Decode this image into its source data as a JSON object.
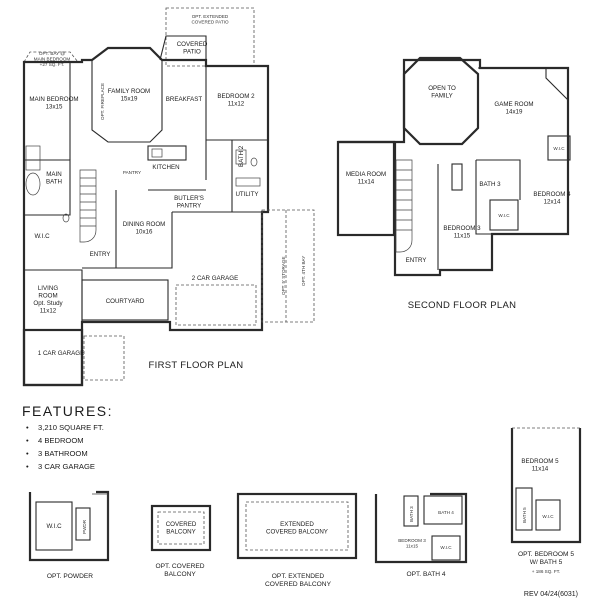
{
  "first_floor": {
    "title": "FIRST FLOOR PLAN",
    "rooms": {
      "covered_patio": "COVERED\nPATIO",
      "opt_extended_covered_patio": "OPT. EXTENDED\nCOVERED PATIO",
      "opt_bay": "OPT. BAY @\nMAIN BEDROOM\n+27 SQ. FT.",
      "main_bedroom": "MAIN BEDROOM\n13x15",
      "family_room": "FAMILY ROOM\n15x19",
      "opt_fireplace": "OPT. FIREPLACE",
      "breakfast": "BREAKFAST",
      "bedroom_2": "BEDROOM 2\n11x12",
      "bath_2": "BATH 2",
      "kitchen": "KITCHEN",
      "pantry": "PANTRY",
      "main_bath": "MAIN\nBATH",
      "utility": "UTILITY",
      "butlers_pantry": "BUTLER'S\nPANTRY",
      "dining_room": "DINING ROOM\n10x16",
      "wic": "W.I.C",
      "entry": "ENTRY",
      "two_car_garage": "2 CAR GARAGE",
      "opt_storage": "OPT. 5' STORAGE",
      "opt_4th_bay": "OPT. 4TH BAY",
      "living_room": "LIVING\nROOM\nOpt. Study\n11x12",
      "courtyard": "COURTYARD",
      "one_car_garage": "1 CAR GARAGE"
    }
  },
  "second_floor": {
    "title": "SECOND FLOOR PLAN",
    "rooms": {
      "open_to_family": "OPEN TO\nFAMILY",
      "game_room": "GAME ROOM\n14x19",
      "media_room": "MEDIA ROOM\n11x14",
      "wic": "W.I.C",
      "bath_3": "BATH 3",
      "bedroom_4": "BEDROOM 4\n12x14",
      "bedroom_3": "BEDROOM 3\n11x15",
      "wic_2": "W.I.C",
      "entry": "ENTRY"
    }
  },
  "features": {
    "title": "FEATURES:",
    "items": [
      "3,210 SQUARE FT.",
      "4 BEDROOM",
      "3 BATHROOM",
      "3 CAR GARAGE"
    ]
  },
  "options": {
    "powder": {
      "label": "OPT. POWDER",
      "rooms": {
        "wic": "W.I.C",
        "pwdr": "PWDR"
      }
    },
    "covered_balcony": {
      "label": "OPT. COVERED\nBALCONY",
      "room": "COVERED\nBALCONY"
    },
    "extended_balcony": {
      "label": "OPT. EXTENDED\nCOVERED BALCONY",
      "room": "EXTENDED\nCOVERED BALCONY"
    },
    "bath_4": {
      "label": "OPT. BATH 4",
      "rooms": {
        "bath_3": "BATH 3",
        "bath_4": "BATH 4",
        "bedroom_3": "BEDROOM 3\n11x15",
        "wic": "W.I.C"
      }
    },
    "bedroom_5": {
      "label": "OPT. BEDROOM 5\nW/ BATH 5",
      "sub": "+ 186 SQ. FT.",
      "rooms": {
        "bedroom_5": "BEDROOM 5\n11x14",
        "bath_5": "BATH 5",
        "wic": "W.I.C"
      }
    }
  },
  "revision": "REV 04/24(6031)"
}
